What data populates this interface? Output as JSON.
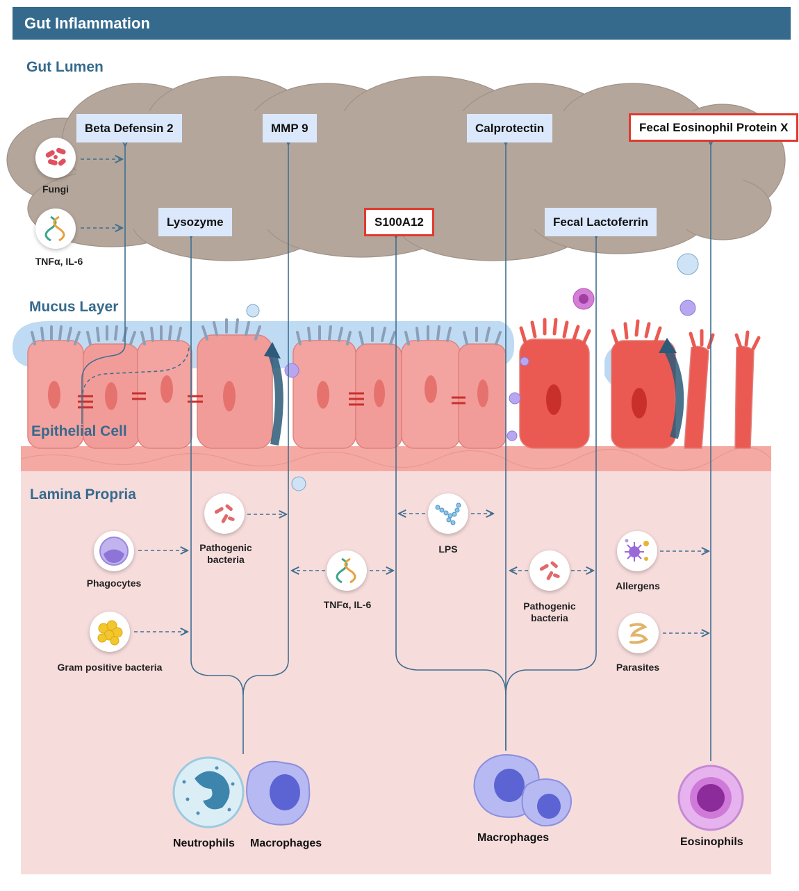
{
  "header": {
    "title": "Gut Inflammation"
  },
  "zones": {
    "gut_lumen": "Gut Lumen",
    "mucus_layer": "Mucus Layer",
    "epithelial_cell": "Epithelial Cell",
    "lamina_propria": "Lamina Propria"
  },
  "markers": {
    "beta_defensin_2": "Beta Defensin 2",
    "mmp_9": "MMP 9",
    "calprotectin": "Calprotectin",
    "fecal_eosinophil_protein_x": "Fecal Eosinophil Protein X",
    "lysozyme": "Lysozyme",
    "s100a12": "S100A12",
    "fecal_lactoferrin": "Fecal Lactoferrin"
  },
  "stimuli": {
    "fungi": "Fungi",
    "tnf_lumen": "TNFα, IL-6",
    "pathogenic_bacteria_left": "Pathogenic bacteria",
    "phagocytes": "Phagocytes",
    "gram_positive_bacteria": "Gram positive bacteria",
    "tnf_lamina": "TNFα, IL-6",
    "lps": "LPS",
    "pathogenic_bacteria_right": "Pathogenic bacteria",
    "allergens": "Allergens",
    "parasites": "Parasites"
  },
  "cells": {
    "neutrophils": "Neutrophils",
    "macrophages_left": "Macrophages",
    "macrophages_right": "Macrophages",
    "eosinophils": "Eosinophils"
  },
  "colors": {
    "header": "#356a8d",
    "highlight_border": "#e03a2e",
    "marker_bg": "#dbe8fb",
    "pathway_line": "#3f6f8f"
  },
  "icons": [
    "fungi-icon",
    "dna-icon",
    "bacteria-icon",
    "phagocyte-icon",
    "gram-positive-icon",
    "lps-icon",
    "allergen-icon",
    "parasite-icon"
  ]
}
